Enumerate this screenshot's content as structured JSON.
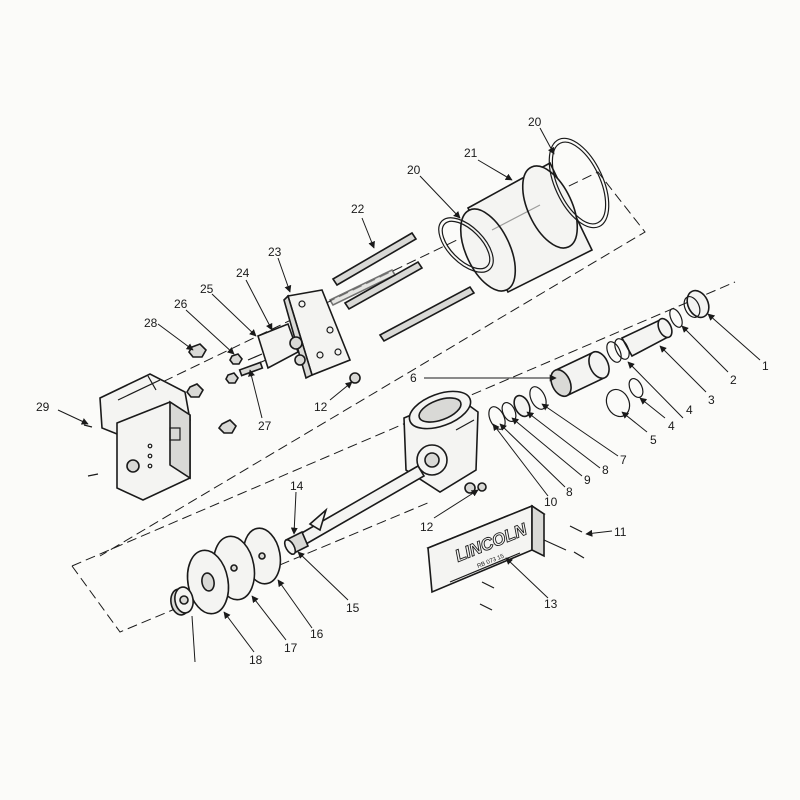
{
  "diagram": {
    "brand_plate": "LINCOLN",
    "plate_line": "RB 073 15",
    "callouts": [
      {
        "id": "c1",
        "text": "1"
      },
      {
        "id": "c2",
        "text": "2"
      },
      {
        "id": "c3",
        "text": "3"
      },
      {
        "id": "c4a",
        "text": "4"
      },
      {
        "id": "c4b",
        "text": "4"
      },
      {
        "id": "c5",
        "text": "5"
      },
      {
        "id": "c6",
        "text": "6"
      },
      {
        "id": "c7",
        "text": "7"
      },
      {
        "id": "c8a",
        "text": "8"
      },
      {
        "id": "c8b",
        "text": "8"
      },
      {
        "id": "c9",
        "text": "9"
      },
      {
        "id": "c10",
        "text": "10"
      },
      {
        "id": "c11",
        "text": "11"
      },
      {
        "id": "c12a",
        "text": "12"
      },
      {
        "id": "c12b",
        "text": "12"
      },
      {
        "id": "c13",
        "text": "13"
      },
      {
        "id": "c14",
        "text": "14"
      },
      {
        "id": "c15",
        "text": "15"
      },
      {
        "id": "c16",
        "text": "16"
      },
      {
        "id": "c17",
        "text": "17"
      },
      {
        "id": "c18",
        "text": "18"
      },
      {
        "id": "c20a",
        "text": "20"
      },
      {
        "id": "c20b",
        "text": "20"
      },
      {
        "id": "c21",
        "text": "21"
      },
      {
        "id": "c22",
        "text": "22"
      },
      {
        "id": "c23",
        "text": "23"
      },
      {
        "id": "c24",
        "text": "24"
      },
      {
        "id": "c25",
        "text": "25"
      },
      {
        "id": "c26",
        "text": "26"
      },
      {
        "id": "c27",
        "text": "27"
      },
      {
        "id": "c28",
        "text": "28"
      },
      {
        "id": "c29",
        "text": "29"
      }
    ]
  }
}
